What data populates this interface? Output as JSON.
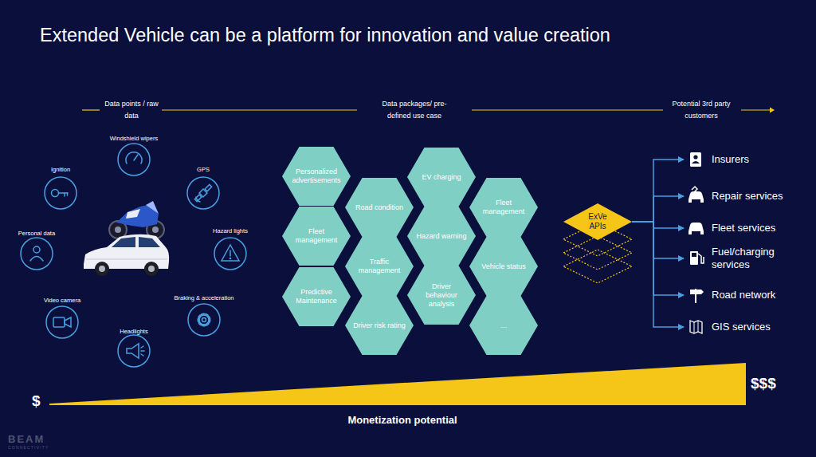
{
  "diagram": {
    "title": "Extended Vehicle can be a platform for innovation and value creation",
    "nodes": [
      {
        "text": [
          "Windshield wipers"
        ]
      },
      {
        "text": [
          "Ignition"
        ]
      },
      {
        "text": [
          "GPS"
        ]
      },
      {
        "text": [
          "Personal data"
        ]
      },
      {
        "text": [
          "Hazard lights"
        ]
      },
      {
        "text": [
          "Video camera"
        ]
      },
      {
        "text": [
          "Braking & acceleration"
        ]
      },
      {
        "text": [
          "Headlights"
        ]
      },
      {
        "text": [
          "Personalized advertisements"
        ]
      },
      {
        "text": [
          "Fleet management"
        ]
      },
      {
        "text": [
          "Predictive Maintenance"
        ]
      },
      {
        "text": [
          "Road condition"
        ]
      },
      {
        "text": [
          "Traffic management"
        ]
      },
      {
        "text": [
          "Driver risk rating"
        ]
      },
      {
        "text": [
          "EV charging"
        ]
      },
      {
        "text": [
          "Hazard warning"
        ]
      },
      {
        "text": [
          "Driver behaviour analysis"
        ]
      },
      {
        "text": [
          "Fleet management"
        ]
      },
      {
        "text": [
          "Vehicle status"
        ]
      },
      {
        "text": [
          "…"
        ]
      },
      {
        "text": [
          "ExVe APIs"
        ]
      },
      {
        "text": [
          "Insurers"
        ]
      },
      {
        "text": [
          "Repair services"
        ]
      },
      {
        "text": [
          "Fleet services"
        ]
      },
      {
        "text": [
          "Fuel/charging services"
        ]
      },
      {
        "text": [
          "Road network"
        ]
      },
      {
        "text": [
          "GIS services"
        ]
      }
    ],
    "edges": [
      {
        "from": 20,
        "to": 21,
        "arrow": "to"
      },
      {
        "from": 20,
        "to": 22,
        "arrow": "to"
      },
      {
        "from": 20,
        "to": 23,
        "arrow": "to"
      },
      {
        "from": 20,
        "to": 24,
        "arrow": "to"
      },
      {
        "from": 20,
        "to": 25,
        "arrow": "to"
      },
      {
        "from": 20,
        "to": 26,
        "arrow": "to"
      }
    ],
    "labels": [
      "Data points / raw data",
      "Data packages/ pre-defined use case",
      "Potential 3rd party customers",
      "$",
      "$$$",
      "Monetization potential",
      "BEAM",
      "CONNECTIVITY"
    ]
  }
}
